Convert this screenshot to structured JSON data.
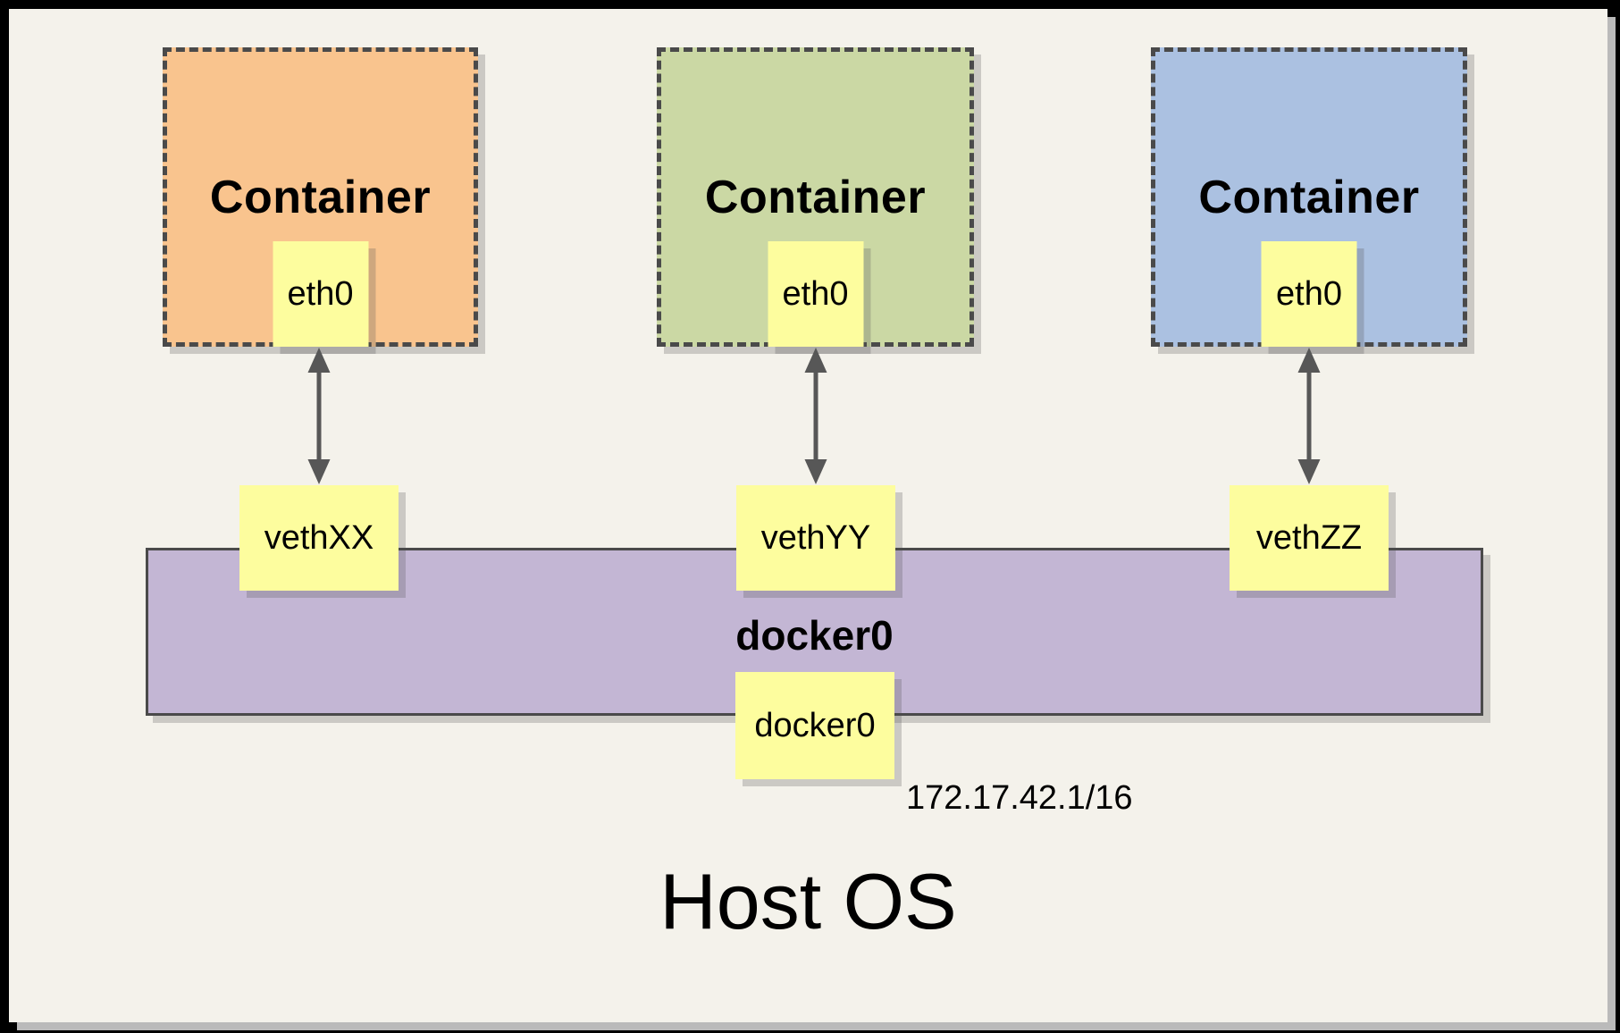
{
  "canvas": {
    "background": "#F4F2EB",
    "frame_color": "#000000"
  },
  "containers": [
    {
      "label": "Container",
      "interface": "eth0",
      "fill": "#F9C48E"
    },
    {
      "label": "Container",
      "interface": "eth0",
      "fill": "#CBD8A4"
    },
    {
      "label": "Container",
      "interface": "eth0",
      "fill": "#ABC1E1"
    }
  ],
  "veths": [
    {
      "label": "vethXX"
    },
    {
      "label": "vethYY"
    },
    {
      "label": "vethZZ"
    }
  ],
  "bridge": {
    "title": "docker0",
    "interface_label": "docker0",
    "ip": "172.17.42.1/16",
    "fill": "#C3B6D4"
  },
  "host": {
    "label": "Host OS"
  },
  "style_colors": {
    "note_yellow": "#FDFD9E",
    "border_gray": "#4A4A4A",
    "arrow_gray": "#575757"
  }
}
